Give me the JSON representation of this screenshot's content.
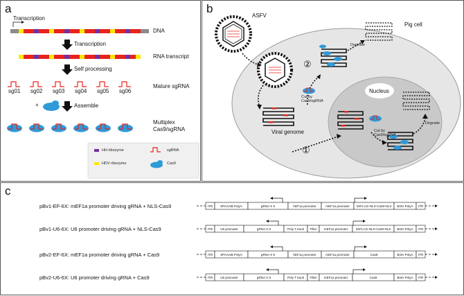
{
  "panel_a": {
    "label": "a",
    "transcription_top": "Transcription",
    "dna": "DNA",
    "transcription_step": "Transcription",
    "rna_transcript": "RNA transcript",
    "self_processing": "Self processing",
    "mature_sgrna": "Mature sgRNA",
    "sg_labels": [
      "sg01",
      "sg02",
      "sg03",
      "sg04",
      "sg05",
      "sg06"
    ],
    "plus": "+",
    "assemble": "Assemble",
    "multiplex_line1": "Multiplex",
    "multiplex_line2": "Cas9/sgRNA",
    "legend": {
      "hh": "HH ribozyme",
      "hdv": "HDV ribozyme",
      "sgrna": "sgRNA",
      "cas9": "Cas9"
    },
    "colors": {
      "hh": "#7030a0",
      "hdv": "#ffe600",
      "sgrna": "#e8231d",
      "cas9": "#2e9ad8",
      "dna_gray": "#8c8c8c"
    }
  },
  "panel_b": {
    "label": "b",
    "asfv": "ASFV",
    "pig_cell": "Pig cell",
    "nucleus": "Nucleus",
    "viral_genome": "Viral genome",
    "degrade_top": "Degrade",
    "degrade_right": "Degrade",
    "cut_top_line1": "Cut by",
    "cut_top_line2": "Cas9/sgRNA",
    "cut_nuc_line1": "Cut by",
    "cut_nuc_line2": "Cas9/sgRNA",
    "step1": "①",
    "step2": "②"
  },
  "panel_c": {
    "label": "c",
    "constructs": [
      {
        "name": "pBv1-EF-6X:  mEF1a promoter driving gRNA + NLS-Cas9",
        "segments": [
          "ITR",
          "SPAActB PolyA",
          "gRNA X 6",
          "hEF1a promoter",
          "mEF1a promoter",
          "3XFLAG-NLS-Cas9-NLS",
          "BGH PolyA",
          "ITR"
        ]
      },
      {
        "name": "pBv1-U6-6X:  U6 promoter driving gRNA + NLS-Cas9",
        "segments": [
          "ITR",
          "U6 promoter",
          "gRNA X 6",
          "Poly T track",
          "Filler",
          "mEF1a promoter",
          "3XFLAG-NLS-Cas9-NLS",
          "BGH PolyA",
          "ITR"
        ]
      },
      {
        "name": "pBv2-EF-6X:  mEF1a promoter driving gRNA + Cas9",
        "segments": [
          "ITR",
          "SPAActB PolyA",
          "gRNA X 6",
          "hEF1a promoter",
          "mEF1a promoter",
          "Cas9",
          "BGH PolyA",
          "ITR"
        ]
      },
      {
        "name": "pBv2-U6-6X:  U6 promoter driving gRNA + Cas9",
        "segments": [
          "ITR",
          "U6 promoter",
          "gRNA X 6",
          "Poly T track",
          "Filler",
          "mEF1a promoter",
          "Cas9",
          "BGH PolyA",
          "ITR"
        ]
      }
    ]
  }
}
